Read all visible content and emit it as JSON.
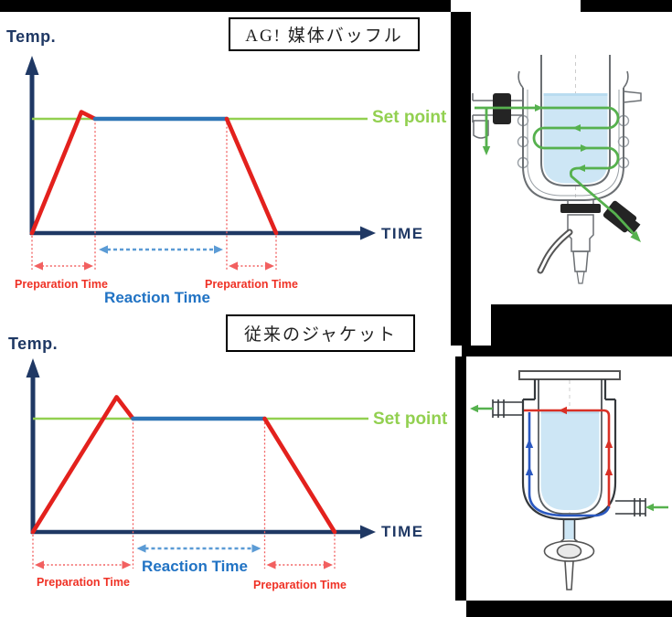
{
  "panels": {
    "chart_top": {
      "title": "AG! 媒体バッフル",
      "temp_axis_label": "Temp.",
      "time_axis_label": "TIME",
      "setpoint_label": "Set point",
      "preparation_left_label": "Preparation Time",
      "reaction_label": "Reaction Time",
      "preparation_right_label": "Preparation Time",
      "chart_data": {
        "type": "line",
        "title": "AG! 媒体バッフル",
        "xlabel": "TIME",
        "ylabel": "Temp.",
        "axis_ticks": "none (qualitative sketch chart)",
        "setpoint": 1.0,
        "xlim": [
          0,
          12
        ],
        "ylim": [
          0,
          1.3
        ],
        "series": [
          {
            "name": "heat-up",
            "color": "red",
            "points": [
              [
                0,
                0
              ],
              [
                1.8,
                1.06
              ],
              [
                2.3,
                1.0
              ]
            ]
          },
          {
            "name": "reaction-hold",
            "color": "blue",
            "points": [
              [
                2.3,
                1.0
              ],
              [
                7.1,
                1.0
              ]
            ]
          },
          {
            "name": "cool-down",
            "color": "red",
            "points": [
              [
                7.1,
                1.0
              ],
              [
                8.9,
                0
              ]
            ]
          }
        ],
        "annotations": [
          {
            "label": "Preparation Time",
            "from": 0,
            "to": 2.3,
            "color": "red"
          },
          {
            "label": "Reaction Time",
            "from": 2.3,
            "to": 7.1,
            "color": "blue"
          },
          {
            "label": "Preparation Time",
            "from": 7.1,
            "to": 8.9,
            "color": "red"
          }
        ]
      }
    },
    "chart_bottom": {
      "title": "従来のジャケット",
      "temp_axis_label": "Temp.",
      "time_axis_label": "TIME",
      "setpoint_label": "Set point",
      "preparation_left_label": "Preparation Time",
      "reaction_label": "Reaction Time",
      "preparation_right_label": "Preparation Time",
      "chart_data": {
        "type": "line",
        "title": "従来のジャケット",
        "xlabel": "TIME",
        "ylabel": "Temp.",
        "axis_ticks": "none (qualitative sketch chart)",
        "setpoint": 1.0,
        "xlim": [
          0,
          12
        ],
        "ylim": [
          0,
          1.3
        ],
        "series": [
          {
            "name": "heat-up",
            "color": "red",
            "points": [
              [
                0,
                0
              ],
              [
                3.05,
                1.19
              ],
              [
                3.65,
                1.0
              ]
            ]
          },
          {
            "name": "reaction-hold",
            "color": "blue",
            "points": [
              [
                3.65,
                1.0
              ],
              [
                8.45,
                1.0
              ]
            ]
          },
          {
            "name": "cool-down",
            "color": "red",
            "points": [
              [
                8.45,
                1.0
              ],
              [
                11.0,
                0
              ]
            ]
          }
        ],
        "annotations": [
          {
            "label": "Preparation Time",
            "from": 0,
            "to": 3.65,
            "color": "red"
          },
          {
            "label": "Reaction Time",
            "from": 3.65,
            "to": 8.45,
            "color": "blue"
          },
          {
            "label": "Preparation Time",
            "from": 8.45,
            "to": 11.0,
            "color": "red"
          }
        ]
      }
    }
  },
  "palette": {
    "navy": "#1f3864",
    "red": "#e3211d",
    "reaction_blue": "#2e75b6",
    "arrow_blue": "#5b9bd5",
    "dotted_red": "#f26060",
    "label_red": "#ef3125",
    "reaction_text": "#2173c4",
    "setpoint_green": "#92d050",
    "liquid_blue": "#cde6f5",
    "flow_green": "#56b14e",
    "diagram_red": "#d93025",
    "diagram_blue": "#2a58c0"
  }
}
